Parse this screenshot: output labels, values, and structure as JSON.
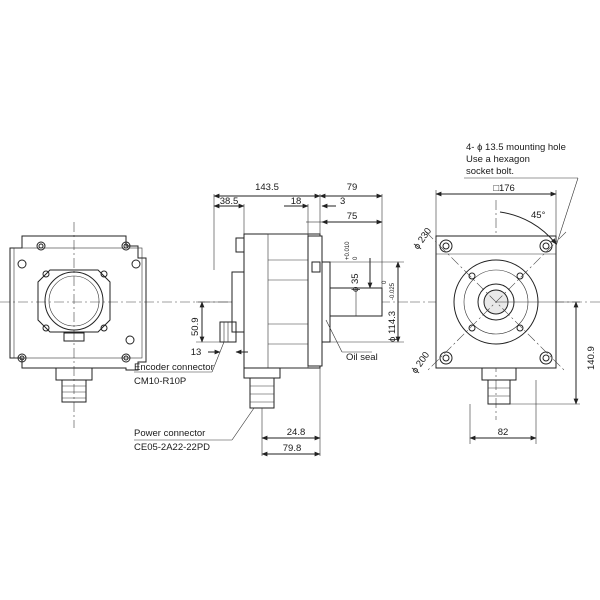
{
  "front_view": {
    "dimensions": {
      "flange_height": "50.9",
      "encoder_offset": "13"
    }
  },
  "side_view": {
    "dimensions": {
      "overall_length": "143.5",
      "flange_to_rear": "38.5",
      "flange_thickness": "18",
      "shaft_length": "79",
      "shaft_step": "3",
      "shaft_key_length": "75",
      "pilot_diameter": "ϕ 114.3",
      "pilot_tol_upper": "0",
      "pilot_tol_lower": "-0.025",
      "shaft_diameter": "ϕ 35",
      "shaft_tol_upper": "+0.010",
      "shaft_tol_lower": "0",
      "power_conn_offset": "24.8",
      "power_conn_length": "79.8"
    },
    "labels": {
      "encoder_connector": "Encoder connector",
      "encoder_model": "CM10-R10P",
      "power_connector": "Power connector",
      "power_model": "CE05-2A22-22PD",
      "oil_seal": "Oil seal"
    }
  },
  "right_view": {
    "dimensions": {
      "flange_square": "□176",
      "pcd": "ϕ 230",
      "pilot": "ϕ 200",
      "angle": "45°",
      "height": "140.9",
      "connector_offset": "82"
    },
    "notes": {
      "line1": "4- ϕ 13.5 mounting hole",
      "line2": "Use a hexagon",
      "line3": "socket bolt."
    }
  }
}
